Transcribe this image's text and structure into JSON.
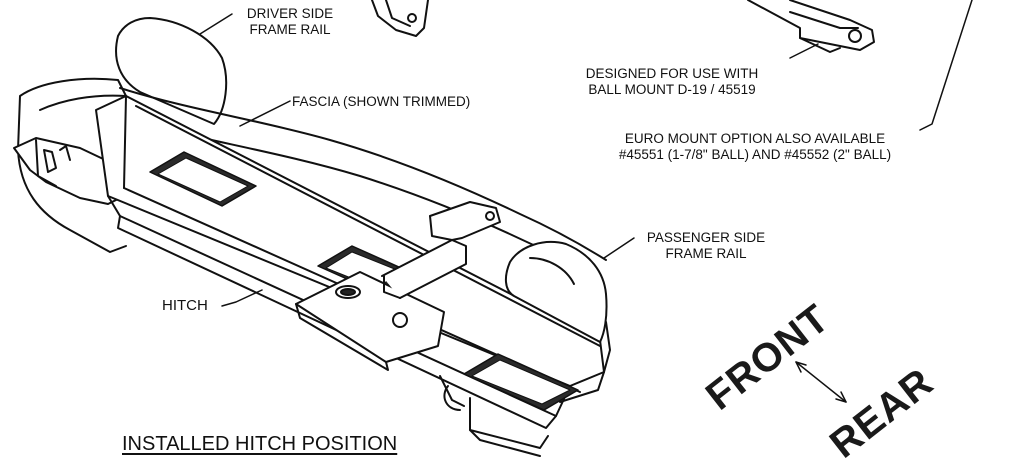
{
  "title": "INSTALLED HITCH POSITION",
  "labels": {
    "driver_rail_1": "DRIVER SIDE",
    "driver_rail_2": "FRAME RAIL",
    "fascia": "FASCIA (SHOWN TRIMMED)",
    "ball_mount_1": "DESIGNED FOR USE WITH",
    "ball_mount_2": "BALL MOUNT D-19 / 45519",
    "euro_1": "EURO MOUNT OPTION ALSO AVAILABLE",
    "euro_2": "#45551 (1-7/8\" BALL) AND #45552 (2\" BALL)",
    "passenger_rail_1": "PASSENGER SIDE",
    "passenger_rail_2": "FRAME RAIL",
    "hitch": "HITCH"
  },
  "orientation": {
    "front": "FRONT",
    "rear": "REAR"
  }
}
